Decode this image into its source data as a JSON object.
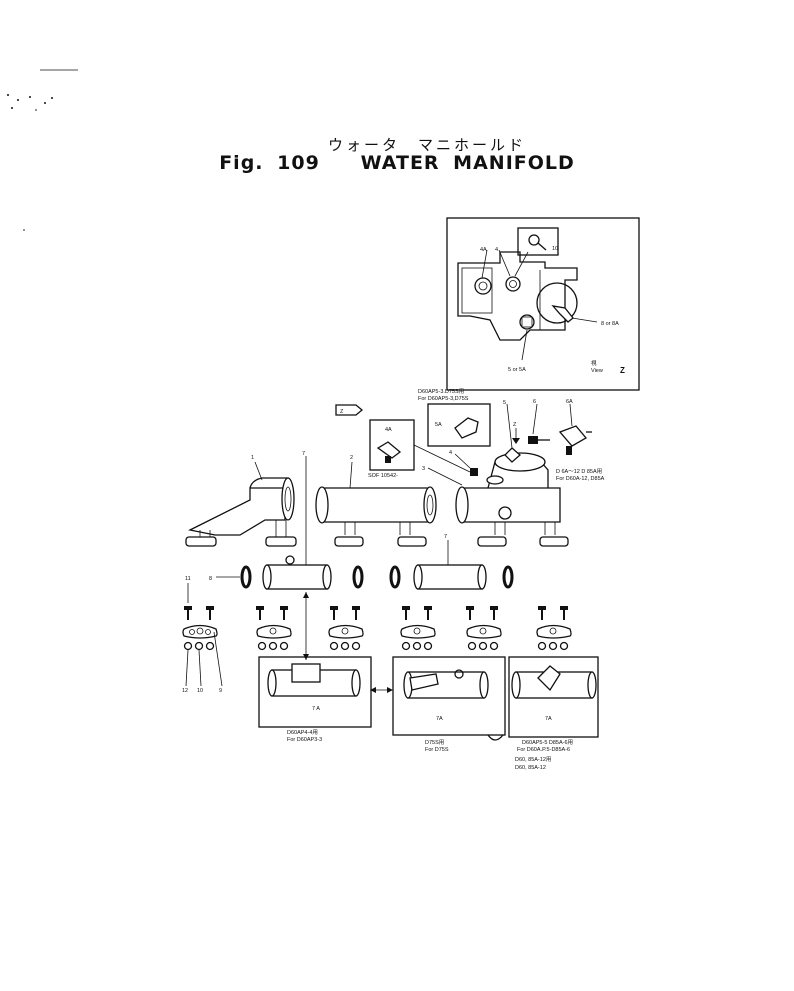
{
  "title": {
    "jp": "ウォータ　マニホールド",
    "fig": "Fig. 109",
    "name": "WATER MANIFOLD"
  },
  "view_z": {
    "callouts": [
      "4A",
      "4",
      "10",
      "8 or 8A",
      "5 or 5A"
    ],
    "caption_jp": "視",
    "caption_en": "View",
    "caption_z": "Z"
  },
  "callouts": {
    "arrow_tag": "Z",
    "p1": "1",
    "p2": "2",
    "p3": "3",
    "p4": "4",
    "p4A": "4A",
    "p5": "5",
    "p5A": "5A",
    "p6": "6",
    "p6A": "6A",
    "p7a": "7",
    "p7b": "7",
    "p8": "8",
    "p9": "9",
    "p10": "10",
    "p11": "11",
    "p12": "12",
    "pZ": "Z",
    "p7A1": "7 A",
    "p7A2": "7A",
    "p7A3": "7A"
  },
  "notes": {
    "inset_5a_jp": "D60AP5-3.D75S用",
    "inset_5a_en": "For D60AP5-3,D75S",
    "inset_4a": "SOF 10542-",
    "fitting_6a_jp": "D 6A～12 D 85A用",
    "fitting_6a_en": "For D60A-12, D85A",
    "box1_jp": "D60AP4-4用",
    "box1_en": "For D60AP3-3",
    "box2_jp": "D75S用",
    "box2_en": "For D75S",
    "box3_jp": "D60AP5-5 D85A-6用",
    "box3_en": "For D60A.P.5-D85A-6",
    "box3_extra1": "D60, 85A-12用",
    "box3_extra2": "D60, 85A-12"
  }
}
